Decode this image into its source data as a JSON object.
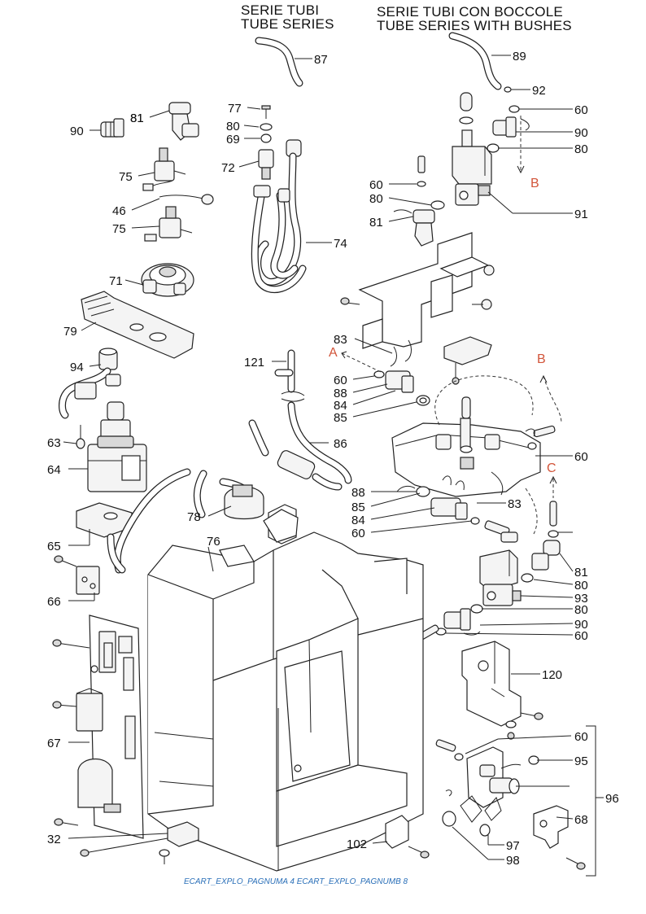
{
  "headers": {
    "tubes_it": "SERIE TUBI",
    "tubes_en": "TUBE SERIES",
    "bushes_it": "SERIE TUBI CON BOCCOLE",
    "bushes_en": "TUBE SERIES WITH BUSHES"
  },
  "callouts": [
    "87",
    "89",
    "92",
    "60",
    "90",
    "80",
    "91",
    "81",
    "77",
    "80",
    "69",
    "72",
    "74",
    "90",
    "81",
    "75",
    "46",
    "75",
    "71",
    "79",
    "60",
    "80",
    "81",
    "121",
    "83",
    "60",
    "88",
    "84",
    "85",
    "94",
    "86",
    "63",
    "64",
    "78",
    "88",
    "85",
    "84",
    "60",
    "60",
    "83",
    "76",
    "65",
    "66",
    "81",
    "80",
    "93",
    "80",
    "90",
    "60",
    "120",
    "67",
    "60",
    "95",
    "96",
    "68",
    "32",
    "102",
    "97",
    "98"
  ],
  "refs": {
    "a": "A",
    "b": "B",
    "c": "C"
  },
  "footer": "ECART_EXPLO_PAGNUMA 4 ECART_EXPLO_PAGNUMB 8"
}
